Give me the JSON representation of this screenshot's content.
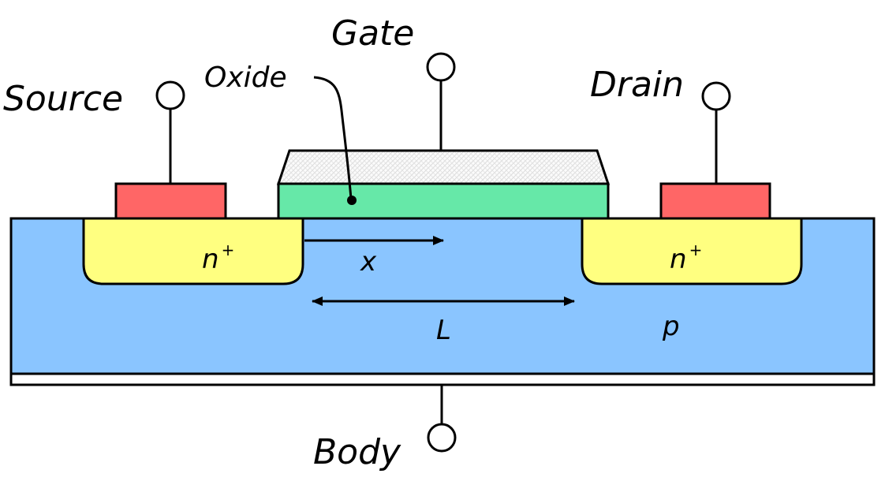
{
  "labels": {
    "gate": "Gate",
    "source": "Source",
    "drain": "Drain",
    "oxide": "Oxide",
    "body": "Body",
    "n_plus_base": "n",
    "n_plus_sup": "+",
    "x_axis": "x",
    "length": "L",
    "p_region": "p"
  },
  "colors": {
    "substrate": "#8ac5ff",
    "n_plus_region": "#ffff80",
    "contact": "#ff6666",
    "oxide": "#66e8a8",
    "gate_metal": "#f0f0f0",
    "outline": "#000000"
  }
}
